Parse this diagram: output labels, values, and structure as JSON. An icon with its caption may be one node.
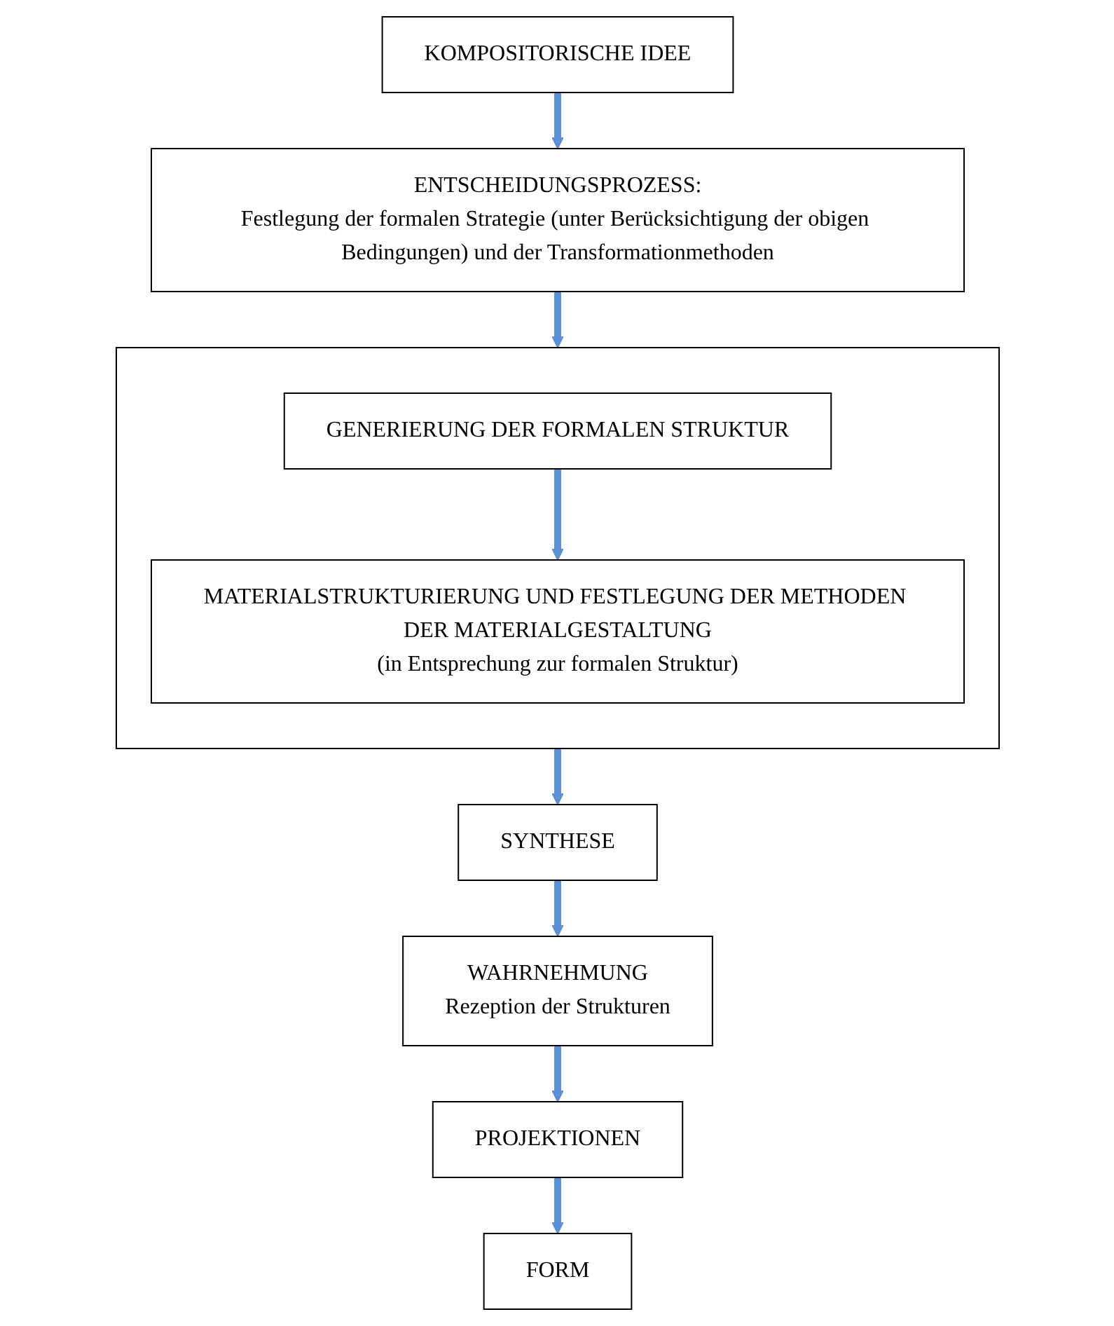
{
  "diagram": {
    "nodes": [
      {
        "text": [
          "KOMPOSITORISCHE IDEE"
        ]
      },
      {
        "text": [
          "ENTSCHEIDUNGSPROZESS:",
          "Festlegung der formalen Strategie (unter Berücksichtigung der obigen Bedingungen) und der Transformationmethoden"
        ]
      },
      {
        "text": [],
        "shape": "box"
      },
      {
        "text": [
          "GENERIERUNG DER FORMALEN STRUKTUR"
        ],
        "in": 2
      },
      {
        "text": [
          "MATERIALSTRUKTURIERUNG UND FESTLEGUNG DER METHODEN DER MATERIALGESTALTUNG",
          "(in Entsprechung zur formalen Struktur)"
        ],
        "in": 2
      },
      {
        "text": [
          "SYNTHESE"
        ]
      },
      {
        "text": [
          "WAHRNEHMUNG",
          "Rezeption der Strukturen"
        ]
      },
      {
        "text": [
          "PROJEKTIONEN"
        ]
      },
      {
        "text": [
          "FORM"
        ]
      }
    ],
    "edges": [
      {
        "from": 0,
        "to": 1,
        "arrow": "to"
      },
      {
        "from": 1,
        "to": 2,
        "arrow": "to"
      },
      {
        "from": 3,
        "to": 4,
        "arrow": "to"
      },
      {
        "from": 2,
        "to": 5,
        "arrow": "to"
      },
      {
        "from": 5,
        "to": 6,
        "arrow": "to"
      },
      {
        "from": 6,
        "to": 7,
        "arrow": "to"
      },
      {
        "from": 7,
        "to": 8,
        "arrow": "to"
      }
    ]
  }
}
